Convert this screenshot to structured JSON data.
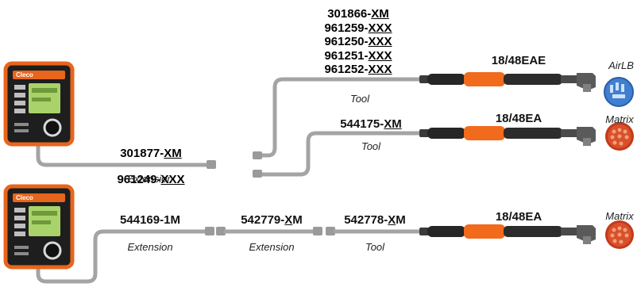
{
  "controllers": [
    {
      "id": "top",
      "brand": "Cleco"
    },
    {
      "id": "bottom",
      "brand": "Cleco"
    }
  ],
  "top_chain": {
    "extension": {
      "parts": [
        {
          "base": "301877-",
          "suffix": "XM"
        },
        {
          "base": "961249-",
          "suffix": "XXX"
        }
      ],
      "caption": "Extension"
    },
    "tool_a": {
      "parts": [
        {
          "base": "301866-",
          "suffix": "XM"
        },
        {
          "base": "961259-",
          "suffix": "XXX"
        },
        {
          "base": "961250-",
          "suffix": "XXX"
        },
        {
          "base": "961251-",
          "suffix": "XXX"
        },
        {
          "base": "961252-",
          "suffix": "XXX"
        }
      ],
      "caption": "Tool",
      "model": "18/48EAE",
      "accessory": "AirLB"
    },
    "tool_b": {
      "parts": [
        {
          "base": "544175-",
          "suffix": "XM"
        }
      ],
      "caption": "Tool",
      "model": "18/48EA",
      "accessory": "Matrix"
    }
  },
  "bottom_chain": {
    "extension_1": {
      "part": "544169-1M",
      "caption": "Extension"
    },
    "extension_2": {
      "parts": [
        {
          "base": "542779-",
          "suffix": "X",
          "rest": "M"
        }
      ],
      "caption": "Extension"
    },
    "tool": {
      "parts": [
        {
          "base": "542778-",
          "suffix": "X",
          "rest": "M"
        }
      ],
      "caption": "Tool",
      "model": "18/48EA",
      "accessory": "Matrix"
    }
  },
  "colors": {
    "cable": "#a4a4a4",
    "tool_orange": "#f26a1b",
    "tool_body": "#262626",
    "controller_orange": "#e8651c",
    "screen": "#a9d36a",
    "airlb_blue": "#3f7fd0",
    "matrix_red": "#c33a1c"
  }
}
